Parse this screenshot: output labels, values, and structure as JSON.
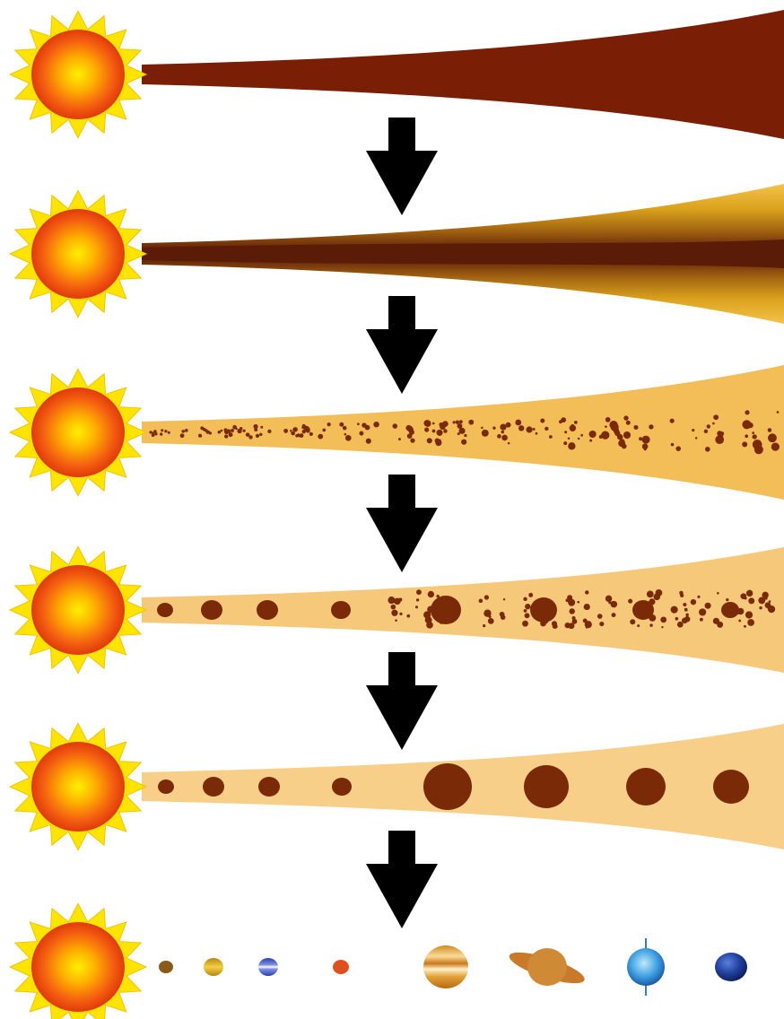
{
  "diagram": {
    "title": "",
    "stages": [
      {
        "id": "stage-1",
        "disk_style": "dark-solid",
        "disk_color": "#7a1e06"
      },
      {
        "id": "stage-2",
        "disk_style": "banded",
        "disk_color": "#d9a11c"
      },
      {
        "id": "stage-3",
        "disk_style": "dust",
        "disk_color": "#f3bd57"
      },
      {
        "id": "stage-4",
        "disk_style": "planetesimals",
        "disk_color": "#f6c97a"
      },
      {
        "id": "stage-5",
        "disk_style": "protoplanets",
        "disk_color": "#f8cf88"
      },
      {
        "id": "stage-6",
        "disk_style": "planets",
        "disk_color": "#ffffff"
      }
    ],
    "planets": [
      "mercury",
      "venus",
      "earth",
      "mars",
      "jupiter",
      "saturn",
      "uranus",
      "neptune"
    ],
    "colors": {
      "sun_core": "#ffee00",
      "sun_edge": "#e63a0a",
      "sun_rays": "#ffe400",
      "arrow": "#000000",
      "clump": "#7a2a07"
    }
  }
}
